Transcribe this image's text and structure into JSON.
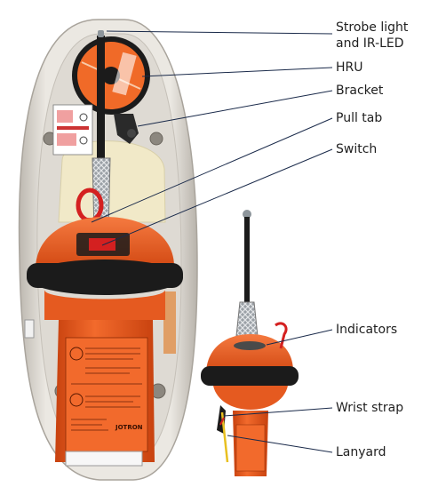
{
  "callouts": [
    {
      "id": "strobe",
      "line1": "Strobe light",
      "line2": "and IR-LED"
    },
    {
      "id": "hru",
      "line1": "HRU"
    },
    {
      "id": "bracket",
      "line1": "Bracket"
    },
    {
      "id": "pulltab",
      "line1": "Pull tab"
    },
    {
      "id": "switch",
      "line1": "Switch"
    },
    {
      "id": "indicators",
      "line1": "Indicators"
    },
    {
      "id": "wriststrap",
      "line1": "Wrist strap"
    },
    {
      "id": "lanyard",
      "line1": "Lanyard"
    }
  ],
  "brand": "JOTRON",
  "colors": {
    "orange": "#f0561e",
    "orange_dark": "#c8420f",
    "housing": "#e8e5df",
    "housing_edge": "#cfcac2",
    "black": "#1b1b1b",
    "red": "#d42020",
    "leader": "#1a2a4a"
  }
}
